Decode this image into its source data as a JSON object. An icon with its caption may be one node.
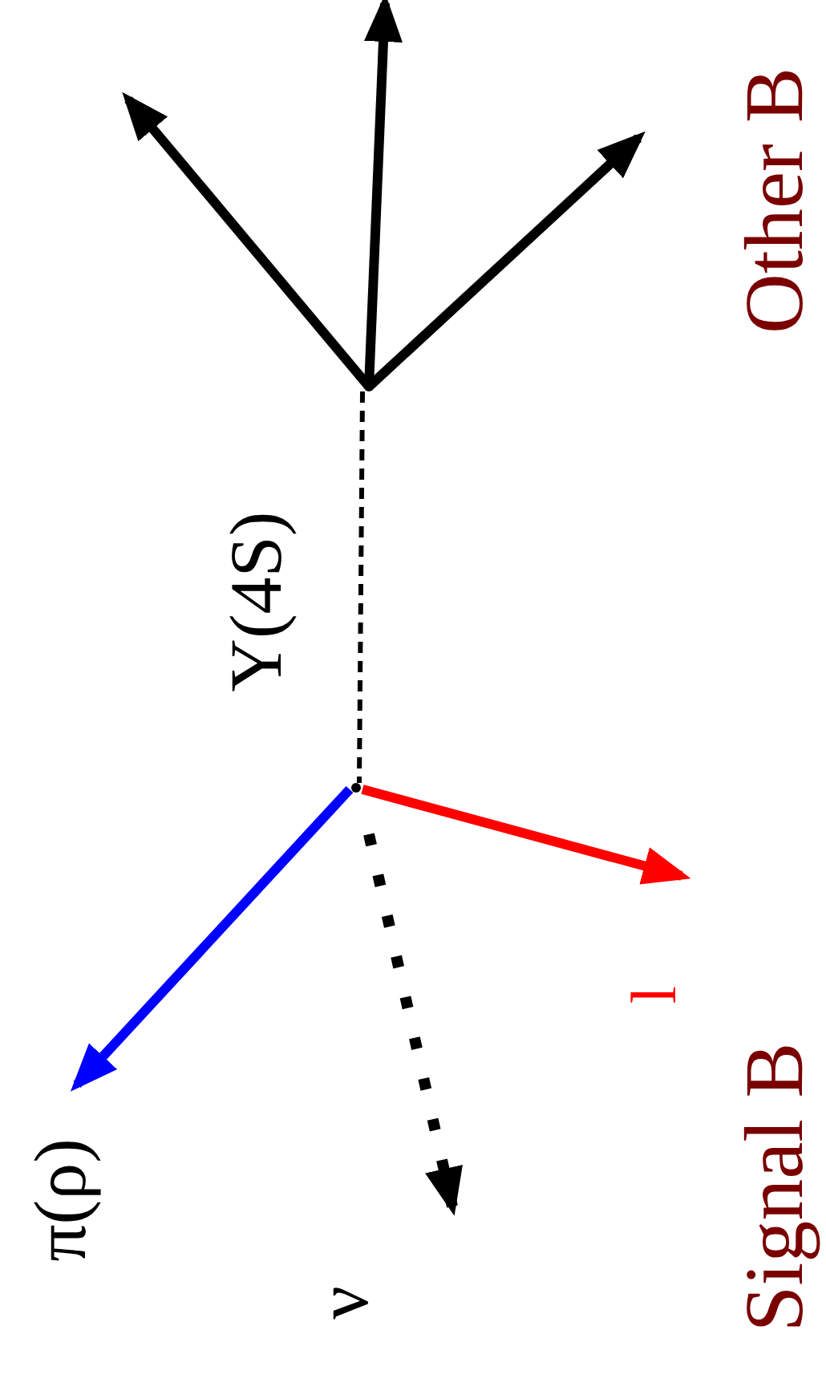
{
  "diagram": {
    "nodes": [
      {
        "text": [],
        "shape": "point"
      },
      {
        "text": [],
        "shape": "point"
      },
      {
        "text": [
          "l"
        ]
      },
      {
        "text": [
          "π(ρ)"
        ]
      },
      {
        "text": [
          "ν"
        ]
      }
    ],
    "edges": [
      {
        "from": 0,
        "to": 1,
        "arrow": "none",
        "style": "dashed",
        "label": "Υ(4S)"
      },
      {
        "from": 0,
        "to": null,
        "arrow": "to"
      },
      {
        "from": 0,
        "to": null,
        "arrow": "to"
      },
      {
        "from": 0,
        "to": null,
        "arrow": "to"
      },
      {
        "from": 1,
        "to": 2,
        "arrow": "to",
        "color": "#ff0000"
      },
      {
        "from": 1,
        "to": 3,
        "arrow": "to",
        "color": "#0000ff"
      },
      {
        "from": 1,
        "to": 4,
        "arrow": "to",
        "style": "dashed"
      }
    ],
    "labels": [
      "Other B",
      "Signal B"
    ]
  }
}
